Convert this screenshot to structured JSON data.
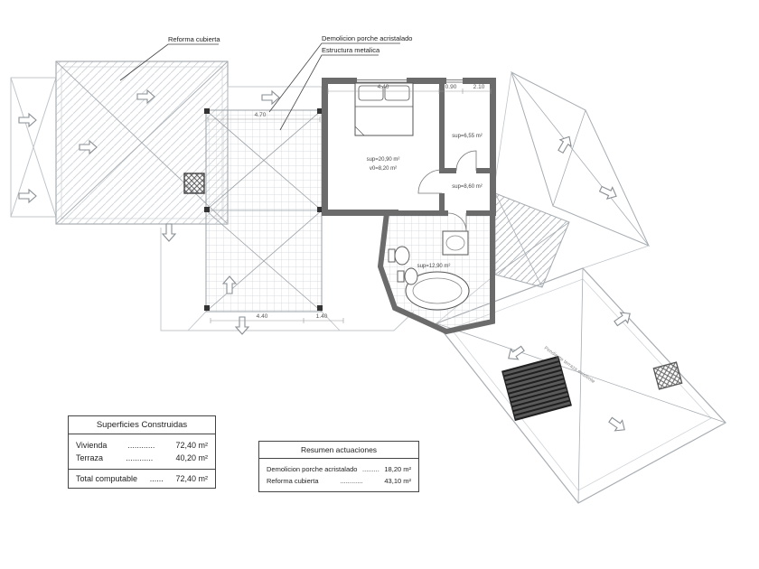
{
  "annotations": {
    "reforma_cubierta": "Reforma cubierta",
    "demolicion_porche": "Demolicion porche acristalado",
    "estructura_metalica": "Estructura metalica",
    "pendiente_note": "Pendiente terraza existente"
  },
  "room_labels": {
    "bedroom_area": "sup=20,90 m²",
    "bedroom_volume": "v0=8,20 m²",
    "room_right_area": "sup=6,55 m²",
    "hall_area": "sup=8,60 m²",
    "bathroom_area": "sup=12,90 m²"
  },
  "dimensions": {
    "bedroom_width": "4.40",
    "opening_width": "0.90",
    "room_width": "2.10",
    "terrace_width": "4.70",
    "terrace_bottom_width": "4.40",
    "terrace_side": "1.40"
  },
  "tables": {
    "superficies": {
      "title": "Superficies Construidas",
      "rows": [
        {
          "label": "Vivienda",
          "dots": "............",
          "value": "72,40 m²"
        },
        {
          "label": "Terraza",
          "dots": "............",
          "value": "40,20 m²"
        }
      ],
      "total": {
        "label": "Total computable",
        "dots": "......",
        "value": "72,40 m²"
      }
    },
    "resumen": {
      "title": "Resumen actuaciones",
      "rows": [
        {
          "label": "Demolicion porche acristalado",
          "dots": ".........",
          "value": "18,20 m²"
        },
        {
          "label": "Reforma cubierta",
          "dots": "............",
          "value": "43,10 m²"
        }
      ]
    }
  }
}
